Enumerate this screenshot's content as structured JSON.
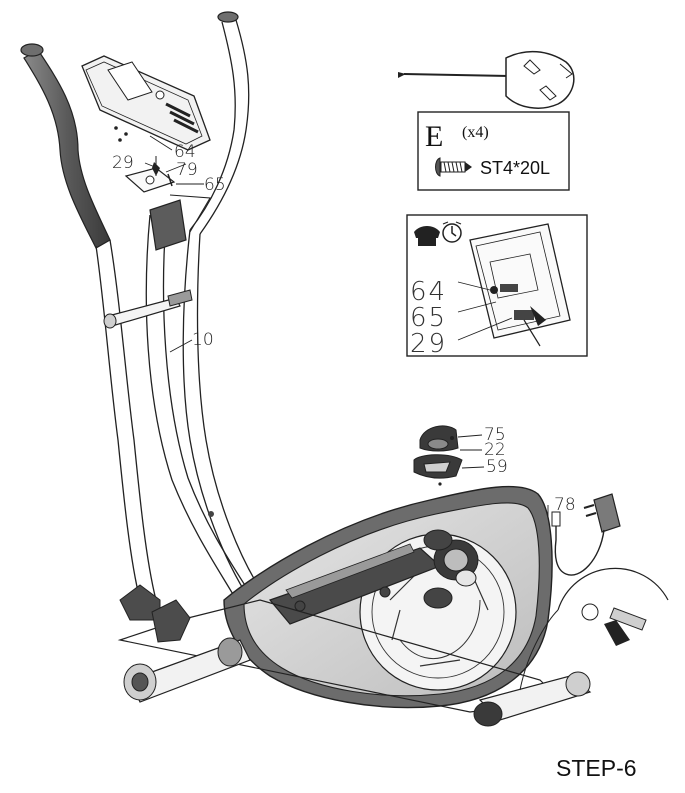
{
  "labels": {
    "p64": "64",
    "p29": "29",
    "p79": "79",
    "p65": "65",
    "p10": "10",
    "p75": "75",
    "p22": "22",
    "p59": "59",
    "p78": "78"
  },
  "hardware_box": {
    "letter": "E",
    "quantity": "(x4)",
    "spec": "ST4*20L"
  },
  "detail_box": {
    "labels": [
      "64",
      "65",
      "29"
    ]
  },
  "step_label": "STEP-6"
}
